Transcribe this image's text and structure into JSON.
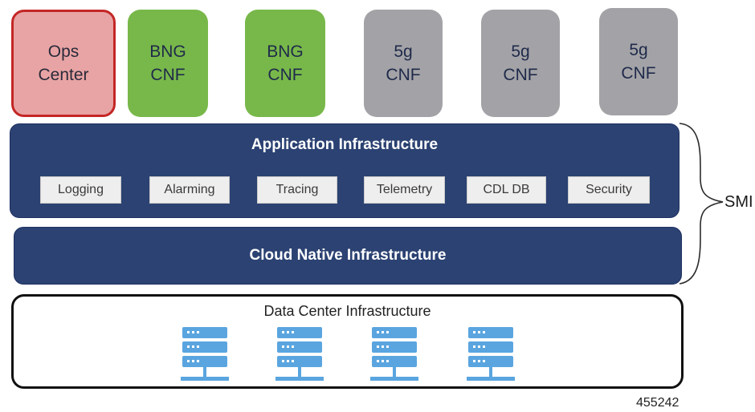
{
  "cnfs": [
    {
      "line1": "Ops",
      "line2": "Center"
    },
    {
      "line1": "BNG",
      "line2": "CNF"
    },
    {
      "line1": "BNG",
      "line2": "CNF"
    },
    {
      "line1": "5g",
      "line2": "CNF"
    },
    {
      "line1": "5g",
      "line2": "CNF"
    },
    {
      "line1": "5g",
      "line2": "CNF"
    }
  ],
  "app_infra": {
    "title": "Application  Infrastructure",
    "services": [
      "Logging",
      "Alarming",
      "Tracing",
      "Telemetry",
      "CDL DB",
      "Security"
    ]
  },
  "cloud_infra": {
    "title": "Cloud Native Infrastructure"
  },
  "dc_infra": {
    "title": "Data Center Infrastructure",
    "server_icons": [
      "server-icon",
      "server-icon",
      "server-icon",
      "server-icon"
    ]
  },
  "smi": {
    "label": "SMI"
  },
  "figure_id": "455242",
  "colors": {
    "ops_fill": "#e8a4a4",
    "ops_border": "#c42626",
    "bng_fill": "#78b84a",
    "fiveg_fill": "#a3a3a7",
    "layer_fill": "#2b4272",
    "server_icon": "#5aa5df"
  }
}
